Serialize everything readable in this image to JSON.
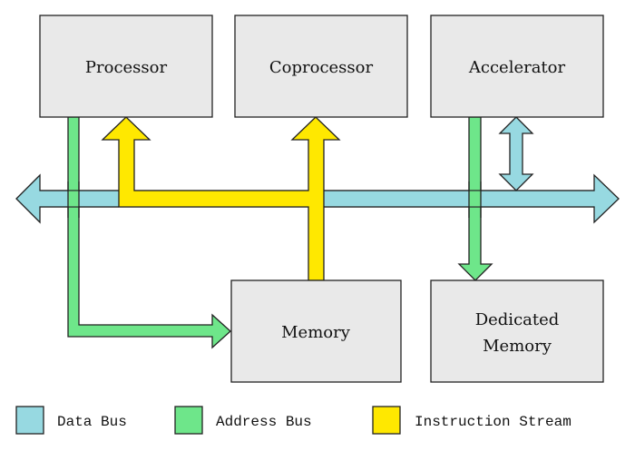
{
  "colors": {
    "data_bus": "#97d9e1",
    "address_bus": "#6ee68a",
    "instruction_stream": "#ffe800",
    "box_fill": "#e9e9e9"
  },
  "boxes": {
    "processor": "Processor",
    "coprocessor": "Coprocessor",
    "accelerator": "Accelerator",
    "memory": "Memory",
    "dedicated_memory_line1": "Dedicated",
    "dedicated_memory_line2": "Memory"
  },
  "legend": [
    {
      "label": "Data Bus",
      "key": "data_bus"
    },
    {
      "label": "Address Bus",
      "key": "address_bus"
    },
    {
      "label": "Instruction Stream",
      "key": "instruction_stream"
    }
  ],
  "connections": [
    {
      "type": "data_bus",
      "description": "bidirectional system bus"
    },
    {
      "type": "data_bus",
      "description": "Accelerator <-> system bus"
    },
    {
      "type": "address_bus",
      "description": "Processor -> Memory"
    },
    {
      "type": "address_bus",
      "description": "Accelerator -> Dedicated Memory"
    },
    {
      "type": "instruction_stream",
      "description": "Memory -> Processor, Coprocessor"
    }
  ]
}
